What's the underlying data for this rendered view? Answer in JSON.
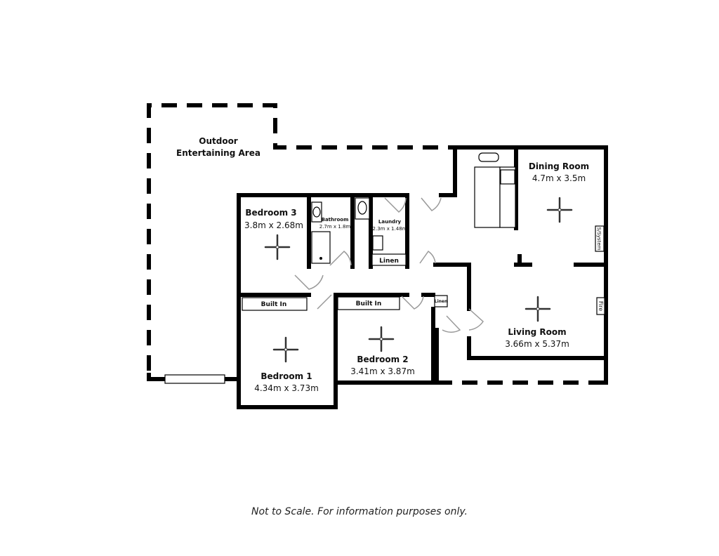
{
  "rooms": {
    "outdoor": {
      "name_line1": "Outdoor",
      "name_line2": "Entertaining Area"
    },
    "dining": {
      "name": "Dining Room",
      "size": "4.7m x 3.5m"
    },
    "bedroom3": {
      "name": "Bedroom 3",
      "size": "3.8m x 2.68m"
    },
    "bathroom": {
      "name": "Bathroom",
      "size": "2.7m x 1.8m"
    },
    "laundry": {
      "name": "Laundry",
      "size": "2.3m x 1.48m"
    },
    "living": {
      "name": "Living Room",
      "size": "3.66m x 5.37m"
    },
    "bedroom1": {
      "name": "Bedroom 1",
      "size": "4.34m x 3.73m"
    },
    "bedroom2": {
      "name": "Bedroom 2",
      "size": "3.41m x 3.87m"
    }
  },
  "fixtures": {
    "linen1": "Linen",
    "linen2": "Linen",
    "builtin1": "Built In",
    "builtin2": "Built In",
    "ssystem": "S/System",
    "fire": "Fire"
  },
  "note": "Not to Scale.  For information purposes only."
}
